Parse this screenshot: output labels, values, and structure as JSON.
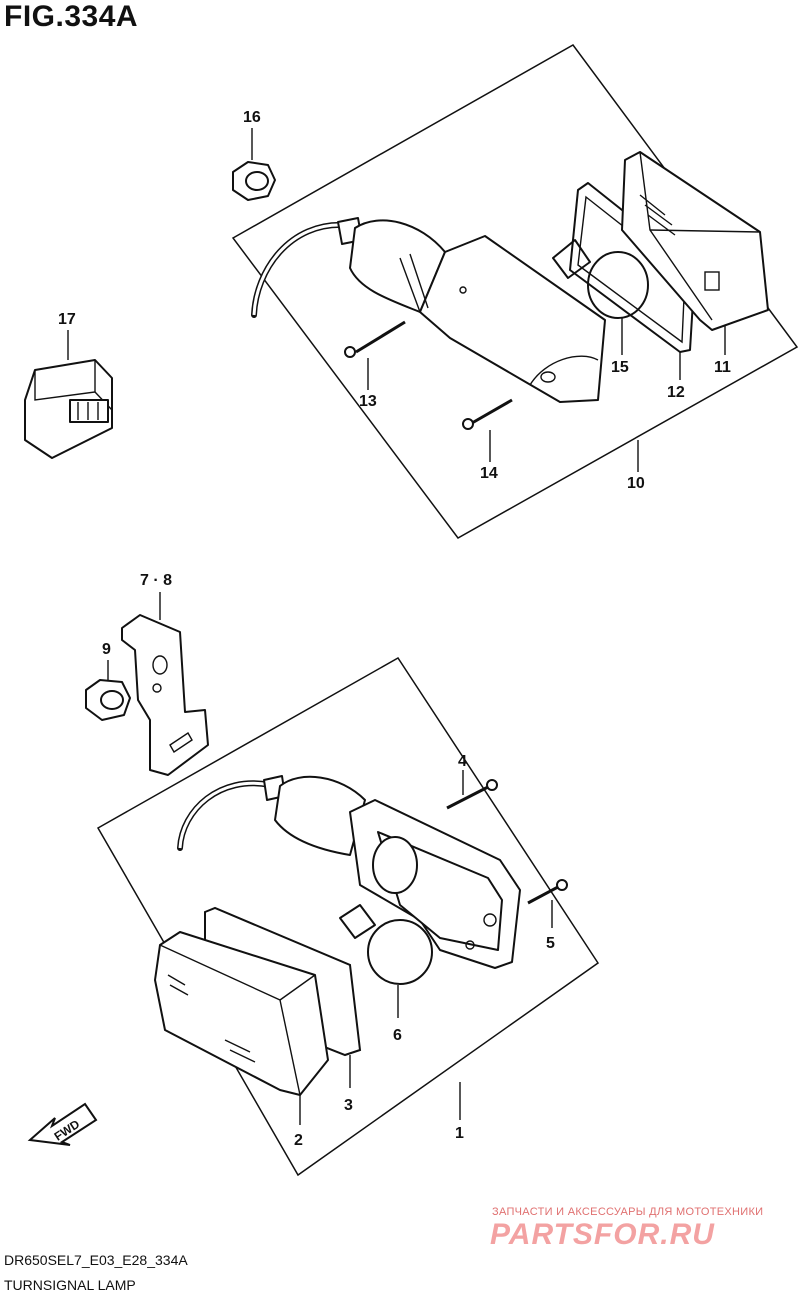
{
  "figure": {
    "title": "FIG.334A",
    "code": "DR650SEL7_E03_E28_334A",
    "caption": "TURNSIGNAL LAMP"
  },
  "callouts": {
    "p1": "1",
    "p2": "2",
    "p3": "3",
    "p4": "4",
    "p5": "5",
    "p6": "6",
    "p78": "7 · 8",
    "p9": "9",
    "p10": "10",
    "p11": "11",
    "p12": "12",
    "p13": "13",
    "p14": "14",
    "p15": "15",
    "p16": "16",
    "p17": "17"
  },
  "fwd_label": "FWD",
  "watermark": {
    "tagline": "ЗАПЧАСТИ И АКСЕССУАРЫ ДЛЯ МОТОТЕХНИКИ",
    "logo": "PARTSFOR.RU"
  }
}
